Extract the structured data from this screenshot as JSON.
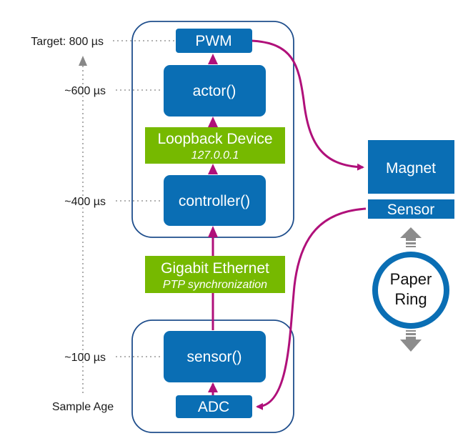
{
  "timeline": {
    "target_label": "Target: 800 µs",
    "t600_label": "~600 µs",
    "t400_label": "~400 µs",
    "t100_label": "~100 µs",
    "axis_label": "Sample Age"
  },
  "blocks": {
    "pwm": "PWM",
    "actor": "actor()",
    "loopback_title": "Loopback Device",
    "loopback_sub": "127.0.0.1",
    "controller": "controller()",
    "ethernet_title": "Gigabit Ethernet",
    "ethernet_sub": "PTP synchronization",
    "sensor_fn": "sensor()",
    "adc": "ADC",
    "magnet": "Magnet",
    "sensor_hw": "Sensor",
    "ring_line1": "Paper",
    "ring_line2": "Ring"
  },
  "colors": {
    "blue": "#0a6eb4",
    "green": "#76b900",
    "magenta": "#b0107a",
    "gray": "#8c8c8c",
    "outline": "#1f4e8c"
  }
}
